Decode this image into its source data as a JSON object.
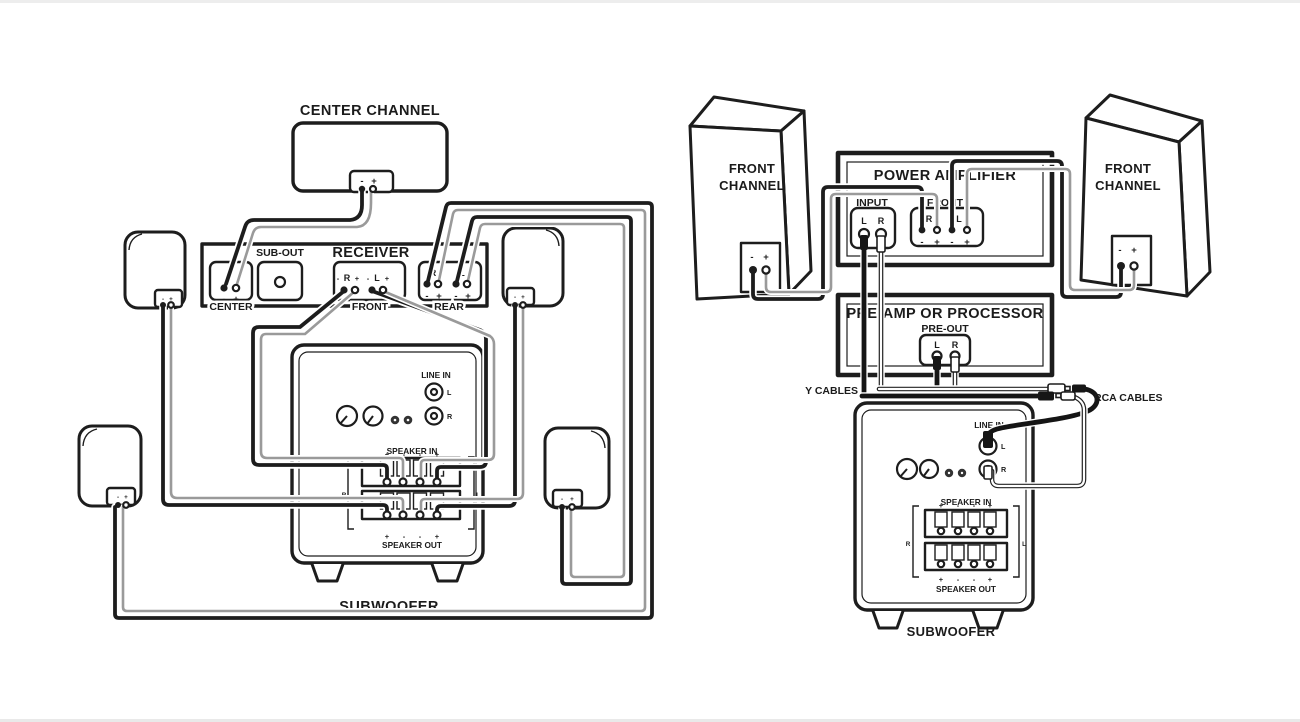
{
  "left_diagram": {
    "center_channel_label": "CENTER CHANNEL",
    "receiver": {
      "title": "RECEIVER",
      "sub_out": "SUB-OUT",
      "center": "CENTER",
      "front": "FRONT",
      "rear": "REAR"
    },
    "subwoofer": {
      "line_in": "LINE IN",
      "speaker_in": "SPEAKER IN",
      "speaker_out": "SPEAKER OUT",
      "label": "SUBWOOFER"
    }
  },
  "right_diagram": {
    "tower_line1": "FRONT",
    "tower_line2": "CHANNEL",
    "amp": {
      "title": "POWER AMPLIFIER",
      "input": "INPUT",
      "front": "FRONT"
    },
    "preamp": {
      "title": "PRE-AMP OR PROCESSOR",
      "pre_out": "PRE-OUT"
    },
    "y_cables": "Y CABLES",
    "rca_cables": "RCA CABLES",
    "subwoofer": {
      "line_in": "LINE IN",
      "speaker_in": "SPEAKER IN",
      "speaker_out": "SPEAKER OUT",
      "label": "SUBWOOFER"
    }
  },
  "letters": {
    "l": "L",
    "r": "R"
  },
  "signs": {
    "minus": "-",
    "plus": "+"
  },
  "colors": {
    "diagram_line": "#1d1d1d",
    "gray_wire": "#9a9a9a",
    "background": "#ffffff"
  }
}
